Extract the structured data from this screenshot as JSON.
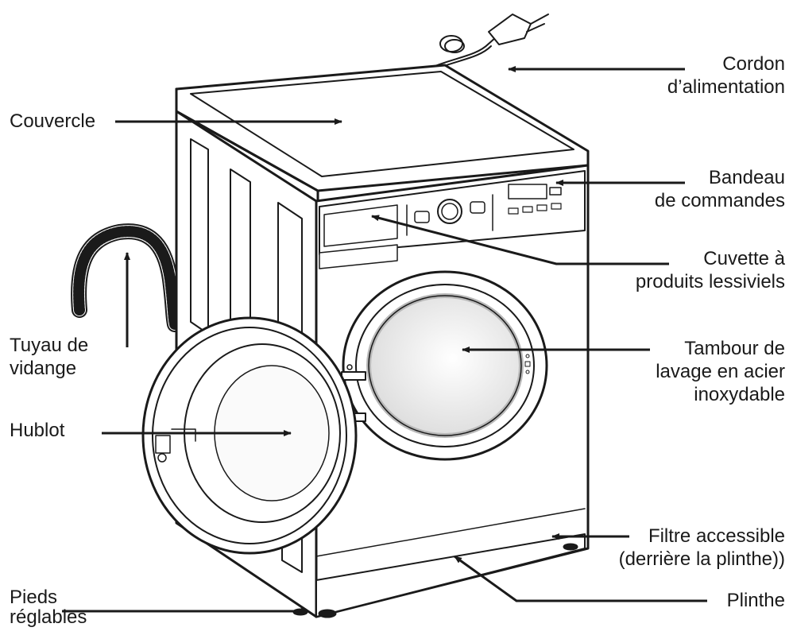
{
  "labels": {
    "cordon": [
      "Cordon",
      "d’alimentation"
    ],
    "couvercle": [
      "Couvercle"
    ],
    "bandeau": [
      "Bandeau",
      "de commandes"
    ],
    "cuvette": [
      "Cuvette à",
      "produits lessiviels"
    ],
    "tuyau": [
      "Tuyau de",
      "vidange"
    ],
    "tambour": [
      "Tambour de",
      "lavage en acier",
      "inoxydable"
    ],
    "hublot": [
      "Hublot"
    ],
    "filtre": [
      "Filtre accessible",
      "(derrière la plinthe))"
    ],
    "pieds": [
      "Pieds",
      "réglables"
    ],
    "plinthe": [
      "Plinthe"
    ]
  },
  "colors": {
    "line": "#1a1a1a",
    "fill": "#ffffff",
    "shade": "#e8e8e8"
  }
}
